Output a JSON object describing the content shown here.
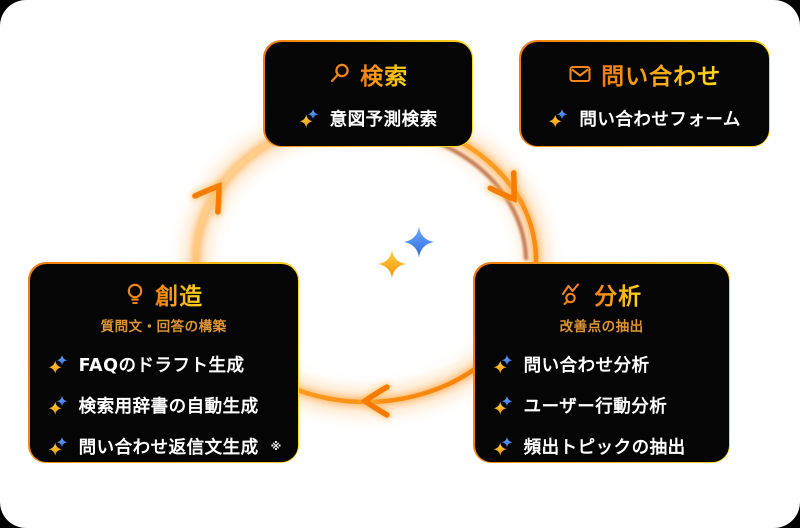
{
  "diagram": {
    "type": "cycle",
    "flow_direction": "clockwise",
    "center_icon": "gemini-sparkle-icon",
    "colors": {
      "card_background": "#050505",
      "border_orange": "#ef7b0e",
      "border_yellow": "#ffd81f",
      "title_gradient_start": "#f07d12",
      "title_gradient_end": "#ffd91a",
      "subtitle_orange": "#de9434",
      "item_text": "#ffffff",
      "ring_orange": "#ff9800",
      "sparkle_blue": "#3d79e8",
      "sparkle_orange": "#fbab18"
    },
    "cards": [
      {
        "id": "search",
        "icon": "magnifier-icon",
        "title": "検索",
        "items": [
          "意図予測検索"
        ]
      },
      {
        "id": "inquiry",
        "icon": "envelope-icon",
        "title": "問い合わせ",
        "items": [
          "問い合わせフォーム"
        ]
      },
      {
        "id": "create",
        "icon": "lightbulb-icon",
        "title": "創造",
        "subtitle": "質問文・回答の構築",
        "items": [
          "FAQのドラフト生成",
          "検索用辞書の自動生成",
          "問い合わせ返信文生成"
        ],
        "footnote_mark": "※"
      },
      {
        "id": "analysis",
        "icon": "analytics-icon",
        "title": "分析",
        "subtitle": "改善点の抽出",
        "items": [
          "問い合わせ分析",
          "ユーザー行動分析",
          "頻出トピックの抽出"
        ]
      }
    ]
  }
}
